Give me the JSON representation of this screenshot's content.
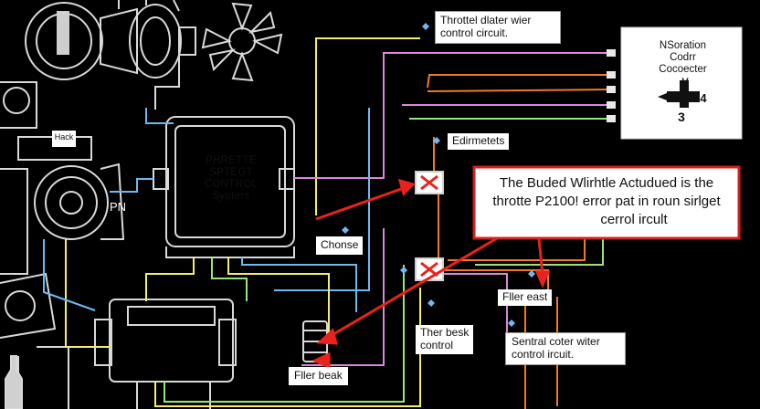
{
  "callouts": {
    "throttle_top": [
      "Throttel dlater wier",
      "control circuit."
    ],
    "edirmetets": "Edirmetets",
    "chonse": "Chonse",
    "fller_east": "Fller east",
    "ther_besk": [
      "Ther besk",
      "control"
    ],
    "sentral": [
      "Sentral coter witer",
      "control ircuit."
    ],
    "fller_beak": "Fller beak",
    "pn": "PN",
    "side_tag": "Hack"
  },
  "module": {
    "title": [
      "PHRETTE",
      "SPTEGT",
      "CONTROL",
      "Sypters"
    ]
  },
  "sensor_box": {
    "lines": [
      "NSoration",
      "Codrr",
      "Cocoecter"
    ],
    "v_label": "V",
    "pin_label": "4",
    "num_label": "3"
  },
  "error_box": {
    "lines": [
      "The Buded Wlirhtle Actudued is the",
      "throtte P2100! error pat in roun sirlget",
      "cerrol ircult"
    ]
  },
  "colors": {
    "background": "#000000",
    "wire_yellow": "#f5ee6a",
    "wire_green": "#9be37a",
    "wire_blue": "#6fb8f0",
    "wire_orange": "#f07a2a",
    "wire_pink": "#d78ad8",
    "wire_red": "#e8221c",
    "error_border": "#d81e1e"
  }
}
